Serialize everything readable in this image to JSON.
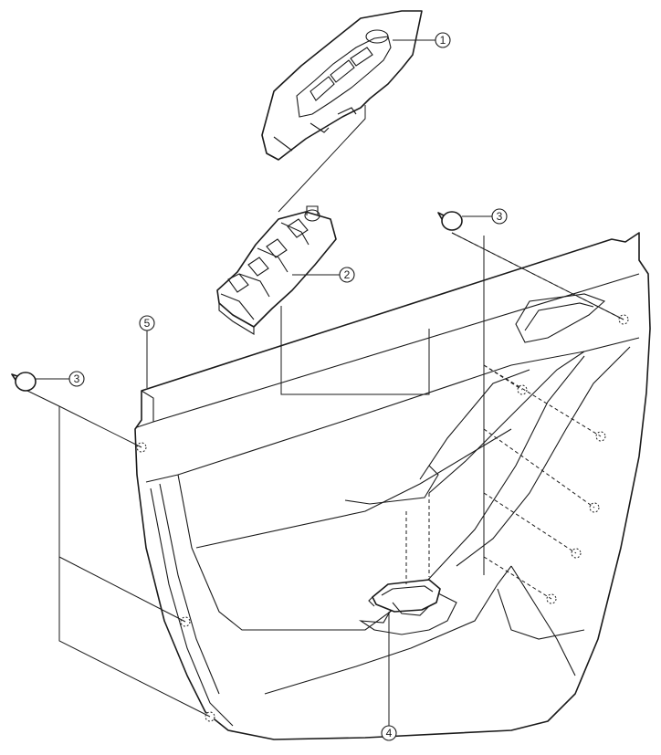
{
  "callouts": [
    {
      "id": "1",
      "label": "1"
    },
    {
      "id": "2",
      "label": "2"
    },
    {
      "id": "3a",
      "label": "3"
    },
    {
      "id": "3b",
      "label": "3"
    },
    {
      "id": "4",
      "label": "4"
    },
    {
      "id": "5",
      "label": "5"
    }
  ],
  "colors": {
    "line": "#1a1a1a",
    "background": "#ffffff"
  }
}
